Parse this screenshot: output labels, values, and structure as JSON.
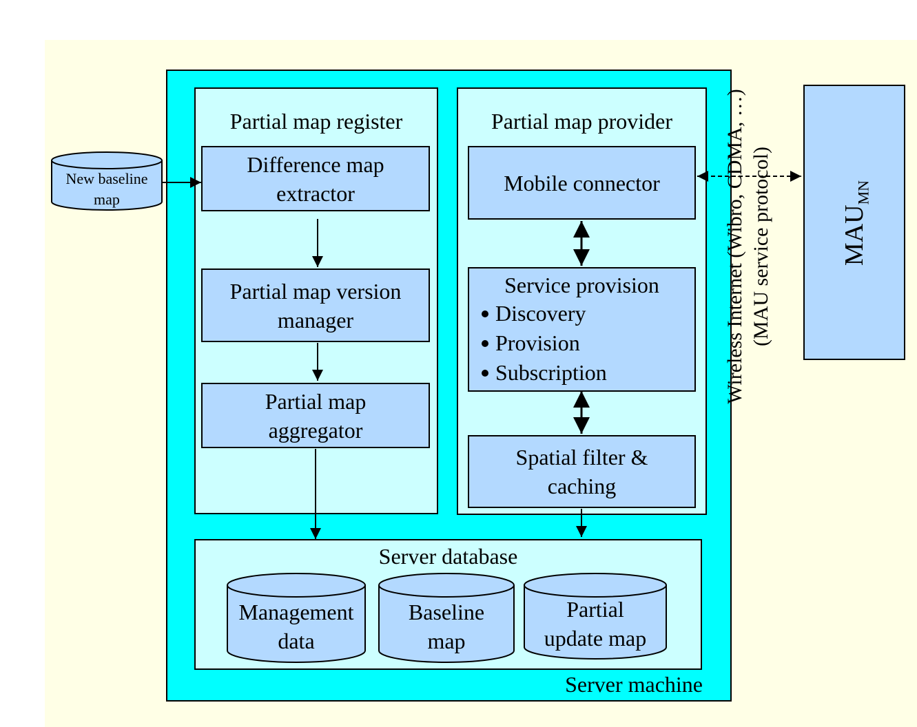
{
  "server_machine": {
    "label": "Server machine"
  },
  "new_baseline_map": {
    "label_line1": "New baseline",
    "label_line2": "map"
  },
  "register": {
    "title": "Partial map register",
    "difference_extractor": {
      "line1": "Difference map",
      "line2": "extractor"
    },
    "version_manager": {
      "line1": "Partial map version",
      "line2": "manager"
    },
    "aggregator": {
      "line1": "Partial map",
      "line2": "aggregator"
    }
  },
  "provider": {
    "title": "Partial map provider",
    "mobile_connector": "Mobile connector",
    "service_provision": {
      "title": "Service provision",
      "items": [
        "Discovery",
        "Provision",
        "Subscription"
      ]
    },
    "spatial_filter": {
      "line1": "Spatial filter &",
      "line2": "caching"
    }
  },
  "database": {
    "title": "Server database",
    "management": {
      "line1": "Management",
      "line2": "data"
    },
    "baseline": {
      "line1": "Baseline",
      "line2": "map"
    },
    "partial_update": {
      "line1": "Partial",
      "line2": "update map"
    }
  },
  "link": {
    "line1": "Wireless Internet (Wibro, CDMA, …)",
    "line2": "(MAU service protocol)"
  },
  "mau": {
    "main": "MAU",
    "sub": "MN"
  },
  "colors": {
    "background": "#ffffe6",
    "server_fill": "#00ffff",
    "panel_fill": "#ccffff",
    "box_fill": "#b3d9ff"
  }
}
